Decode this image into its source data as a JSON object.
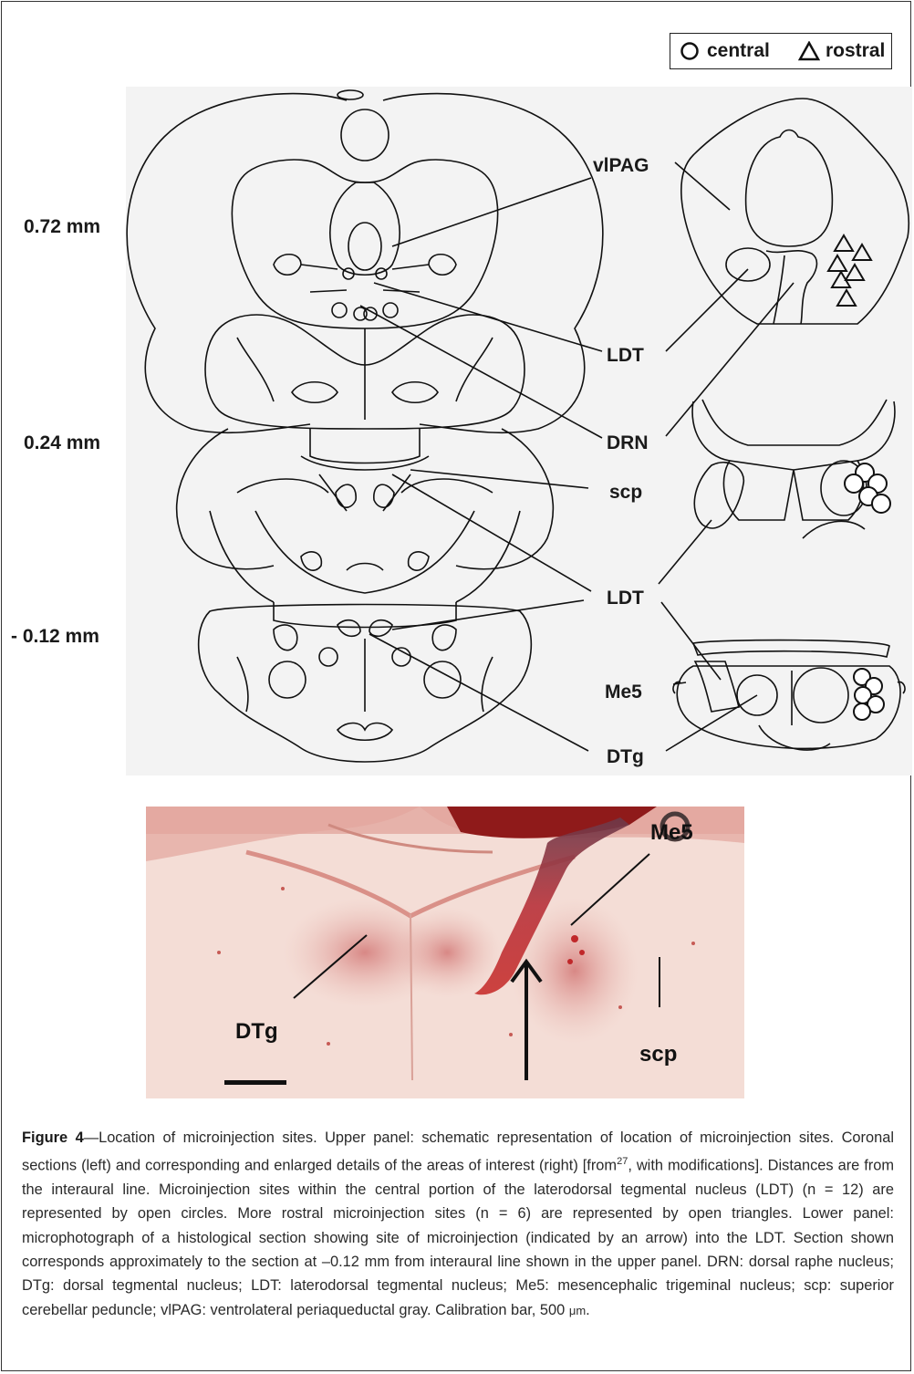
{
  "legend": {
    "central_label": "central",
    "rostral_label": "rostral"
  },
  "distances": {
    "level1": "0.72 mm",
    "level2": "0.24 mm",
    "level3": "- 0.12 mm"
  },
  "schematic_labels": {
    "vlpag": "vlPAG",
    "ldt_top": "LDT",
    "drn": "DRN",
    "scp": "scp",
    "ldt_mid": "LDT",
    "me5": "Me5",
    "dtg": "DTg"
  },
  "photo_labels": {
    "me5": "Me5",
    "dtg": "DTg",
    "scp": "scp"
  },
  "caption": {
    "figure_label": "Figure 4",
    "text_a": "—Location of microinjection sites. Upper panel: schematic representation of location of microinjection sites. Coronal sections (left) and corresponding and enlarged details of the areas of interest (right) [from",
    "ref": "27",
    "text_b": ", with modifications]. Distances are from the interaural line. Microinjection sites within the central portion of the laterodorsal tegmental nucleus (LDT) (n = 12) are represented by open circles. More rostral microinjection sites (n = 6) are represented by open triangles. Lower panel: microphotograph of a histological section showing site of microinjection (indicated by an arrow) into the LDT. Section shown corresponds approximately to the section at –0.12 mm from interaural line shown in the upper panel. DRN: dorsal raphe nucleus; DTg: dorsal tegmental nucleus; LDT: laterodorsal tegmental nucleus; Me5: mesencephalic trigeminal nucleus; scp: superior cerebellar peduncle; vlPAG: ventrolateral periaqueductal gray. Calibration bar, 500 ",
    "unit": "μm",
    "text_c": "."
  }
}
